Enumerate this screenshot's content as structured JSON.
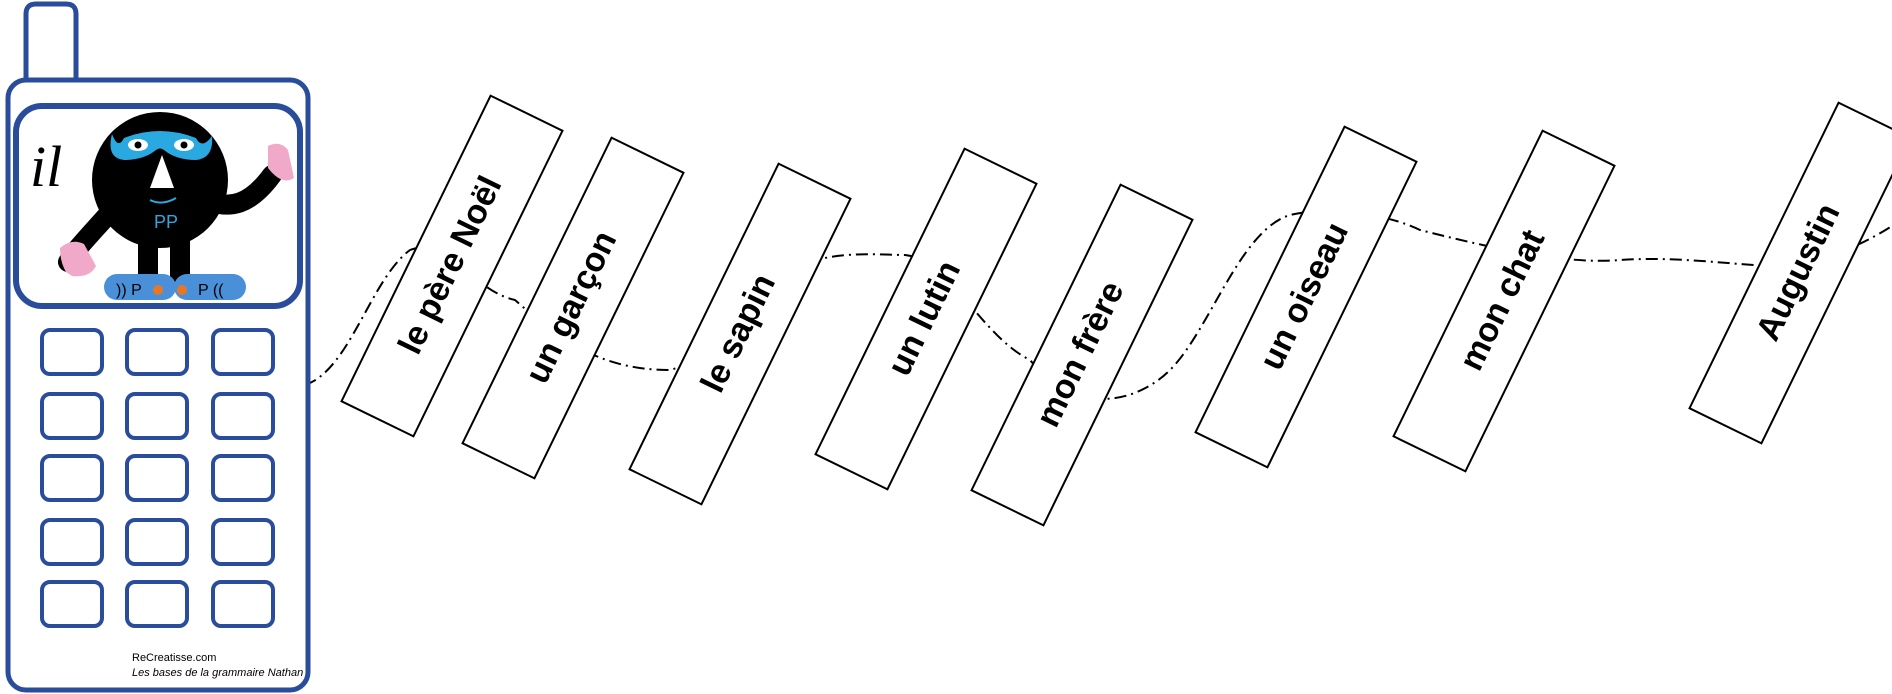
{
  "pronoun": "il",
  "mascot": {
    "badge": "PP",
    "left_shoe": ")) P",
    "right_shoe": "P (("
  },
  "credits": {
    "site": "ReCreatisse.com",
    "source": "Les bases de la grammaire Nathan"
  },
  "cards": [
    {
      "label": "le père Noël"
    },
    {
      "label": "un garçon"
    },
    {
      "label": "le sapin"
    },
    {
      "label": "un lutin"
    },
    {
      "label": "mon frère"
    },
    {
      "label": "un oiseau"
    },
    {
      "label": "mon chat"
    },
    {
      "label": "Augustin"
    }
  ],
  "colors": {
    "phone_outline": "#2a4d9b",
    "mask": "#29a9e0",
    "hands": "#f0a9c9",
    "shoes": "#4a90d9",
    "text": "#000000"
  },
  "icons": {
    "phone": "mobile-phone-icon",
    "mascot": "masked-character-icon"
  }
}
